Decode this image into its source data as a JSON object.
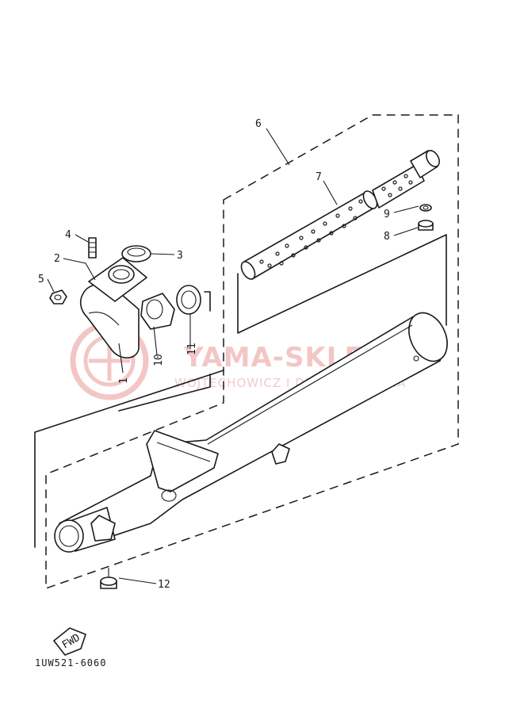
{
  "diagram": {
    "part_numbers": [
      "1",
      "2",
      "3",
      "4",
      "5",
      "6",
      "7",
      "8",
      "9",
      "10",
      "11",
      "12"
    ],
    "drawing_code": "1UW521-6060",
    "fwd_label": "FWD"
  },
  "watermark": {
    "title": "YAMA-SKLEP.PL",
    "subtitle": "WOJTECHOWICZ I DEALER YAMAHA",
    "color": "#f3c6c6"
  }
}
